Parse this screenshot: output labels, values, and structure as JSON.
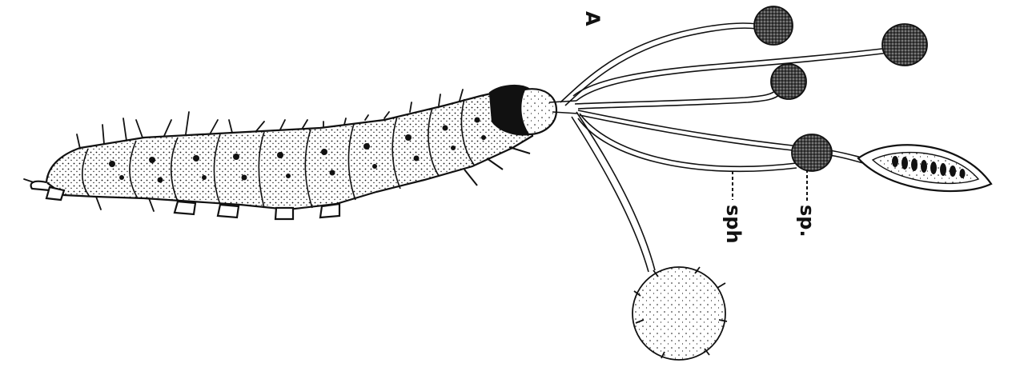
{
  "figure": {
    "panel_label": "A",
    "labels": {
      "sph": "sph",
      "sp": "sp."
    },
    "colors": {
      "ink": "#111111",
      "paper": "#ffffff"
    }
  }
}
